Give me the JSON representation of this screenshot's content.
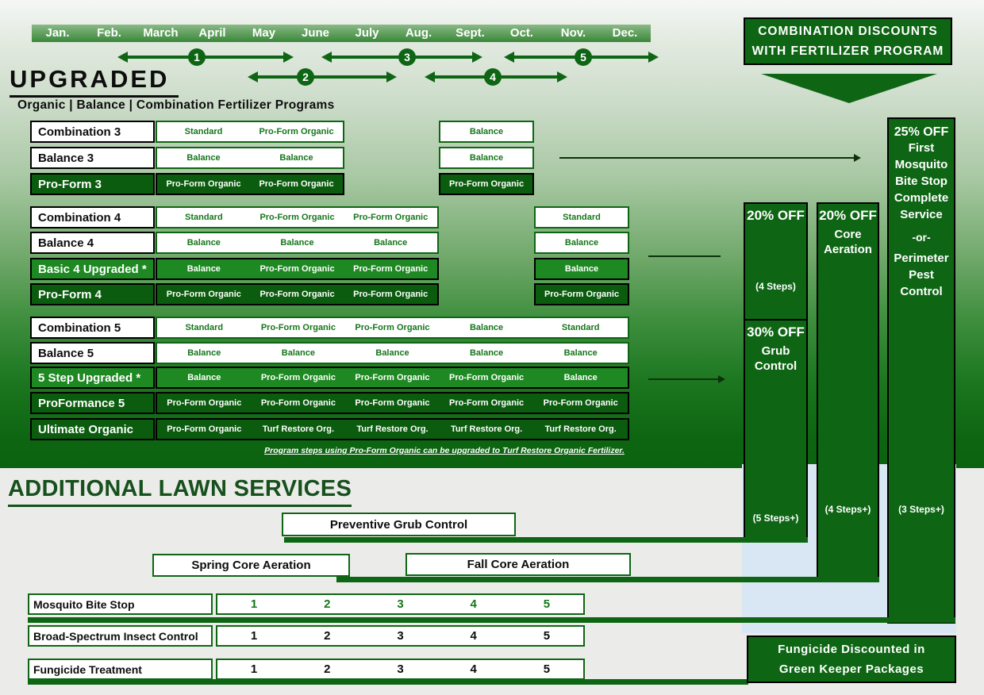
{
  "palette": {
    "dark_green": "#0e6614",
    "dark_row_green": "#0b5c0e",
    "medium_green": "#1e8922",
    "step_text_green": "#15761a",
    "light_blue": "#d9e6f3",
    "bottom_gray": "#ebebe9",
    "line_black": "#0b320b"
  },
  "timeline": {
    "months": [
      "Jan.",
      "Feb.",
      "March",
      "April",
      "May",
      "June",
      "July",
      "Aug.",
      "Sept.",
      "Oct.",
      "Nov.",
      "Dec."
    ],
    "windows": [
      {
        "label": "1"
      },
      {
        "label": "2"
      },
      {
        "label": "3"
      },
      {
        "label": "4"
      },
      {
        "label": "5"
      }
    ]
  },
  "header": {
    "title": "UPGRADED",
    "subtitle": "Organic | Balance | Combination Fertilizer Programs"
  },
  "programs": [
    {
      "label": "Combination 3",
      "style": "white",
      "boxes": [
        {
          "start": 1,
          "end": 2,
          "cells": [
            "Standard",
            "Pro-Form Organic"
          ]
        },
        {
          "start": 4,
          "end": 4,
          "cells": [
            "Balance"
          ]
        }
      ]
    },
    {
      "label": "Balance 3",
      "style": "white",
      "boxes": [
        {
          "start": 1,
          "end": 2,
          "cells": [
            "Balance",
            "Balance"
          ]
        },
        {
          "start": 4,
          "end": 4,
          "cells": [
            "Balance"
          ]
        }
      ]
    },
    {
      "label": "Pro-Form 3",
      "style": "dark",
      "boxes": [
        {
          "start": 1,
          "end": 2,
          "cells": [
            "Pro-Form Organic",
            "Pro-Form Organic"
          ]
        },
        {
          "start": 4,
          "end": 4,
          "cells": [
            "Pro-Form Organic"
          ]
        }
      ]
    },
    {
      "label": "Combination 4",
      "style": "white",
      "boxes": [
        {
          "start": 1,
          "end": 3,
          "cells": [
            "Standard",
            "Pro-Form Organic",
            "Pro-Form Organic"
          ]
        },
        {
          "start": 5,
          "end": 5,
          "cells": [
            "Standard"
          ]
        }
      ]
    },
    {
      "label": "Balance 4",
      "style": "white",
      "boxes": [
        {
          "start": 1,
          "end": 3,
          "cells": [
            "Balance",
            "Balance",
            "Balance"
          ]
        },
        {
          "start": 5,
          "end": 5,
          "cells": [
            "Balance"
          ]
        }
      ]
    },
    {
      "label": "Basic 4 Upgraded *",
      "style": "medium",
      "boxes": [
        {
          "start": 1,
          "end": 3,
          "cells": [
            "Balance",
            "Pro-Form Organic",
            "Pro-Form Organic"
          ]
        },
        {
          "start": 5,
          "end": 5,
          "cells": [
            "Balance"
          ]
        }
      ]
    },
    {
      "label": "Pro-Form 4",
      "style": "dark",
      "boxes": [
        {
          "start": 1,
          "end": 3,
          "cells": [
            "Pro-Form Organic",
            "Pro-Form Organic",
            "Pro-Form Organic"
          ]
        },
        {
          "start": 5,
          "end": 5,
          "cells": [
            "Pro-Form Organic"
          ]
        }
      ]
    },
    {
      "label": "Combination 5",
      "style": "white",
      "boxes": [
        {
          "start": 1,
          "end": 5,
          "cells": [
            "Standard",
            "Pro-Form Organic",
            "Pro-Form Organic",
            "Balance",
            "Standard"
          ]
        }
      ]
    },
    {
      "label": "Balance 5",
      "style": "white",
      "boxes": [
        {
          "start": 1,
          "end": 5,
          "cells": [
            "Balance",
            "Balance",
            "Balance",
            "Balance",
            "Balance"
          ]
        }
      ]
    },
    {
      "label": "5 Step Upgraded *",
      "style": "medium",
      "boxes": [
        {
          "start": 1,
          "end": 5,
          "cells": [
            "Balance",
            "Pro-Form Organic",
            "Pro-Form Organic",
            "Pro-Form Organic",
            "Balance"
          ]
        }
      ]
    },
    {
      "label": "ProFormance 5",
      "style": "dark",
      "boxes": [
        {
          "start": 1,
          "end": 5,
          "cells": [
            "Pro-Form Organic",
            "Pro-Form Organic",
            "Pro-Form Organic",
            "Pro-Form Organic",
            "Pro-Form Organic"
          ]
        }
      ]
    },
    {
      "label": "Ultimate Organic",
      "style": "dark",
      "boxes": [
        {
          "start": 1,
          "end": 5,
          "cells": [
            "Pro-Form Organic",
            "Turf Restore Org.",
            "Turf Restore Org.",
            "Turf Restore Org.",
            "Turf Restore Org."
          ]
        }
      ]
    }
  ],
  "footnote": "Program steps using Pro-Form Organic can be upgraded to Turf Restore Organic Fertilizer.",
  "discounts": {
    "header": [
      "COMBINATION DISCOUNTS",
      "WITH FERTILIZER PROGRAM"
    ],
    "col_fert": {
      "top_title": "20% OFF",
      "top_note": "(4 Steps)",
      "bottom_title": "30% OFF",
      "bottom_service": "Grub Control",
      "bottom_note": "(5 Steps+)"
    },
    "col_aeration": {
      "title": "20% OFF",
      "service": "Core Aeration",
      "note": "(4 Steps+)"
    },
    "col_pest": {
      "title": "25% OFF",
      "group1": [
        "First",
        "Mosquito",
        "Bite Stop",
        "Complete",
        "Service"
      ],
      "separator": "-or-",
      "group2": [
        "Perimeter",
        "Pest",
        "Control"
      ],
      "note": "(3 Steps+)"
    }
  },
  "services": {
    "heading": "ADDITIONAL LAWN SERVICES",
    "grub": "Preventive Grub Control",
    "spring": "Spring Core Aeration",
    "fall": "Fall Core Aeration",
    "rows": [
      {
        "label": "Mosquito Bite Stop",
        "numbers": [
          "1",
          "2",
          "3",
          "4",
          "5"
        ],
        "number_color": "green"
      },
      {
        "label": "Broad-Spectrum Insect Control",
        "numbers": [
          "1",
          "2",
          "3",
          "4",
          "5"
        ],
        "number_color": "black"
      },
      {
        "label": "Fungicide Treatment",
        "numbers": [
          "1",
          "2",
          "3",
          "4",
          "5"
        ],
        "number_color": "black"
      }
    ]
  },
  "fungicide_box": [
    "Fungicide Discounted in",
    "Green Keeper Packages"
  ]
}
